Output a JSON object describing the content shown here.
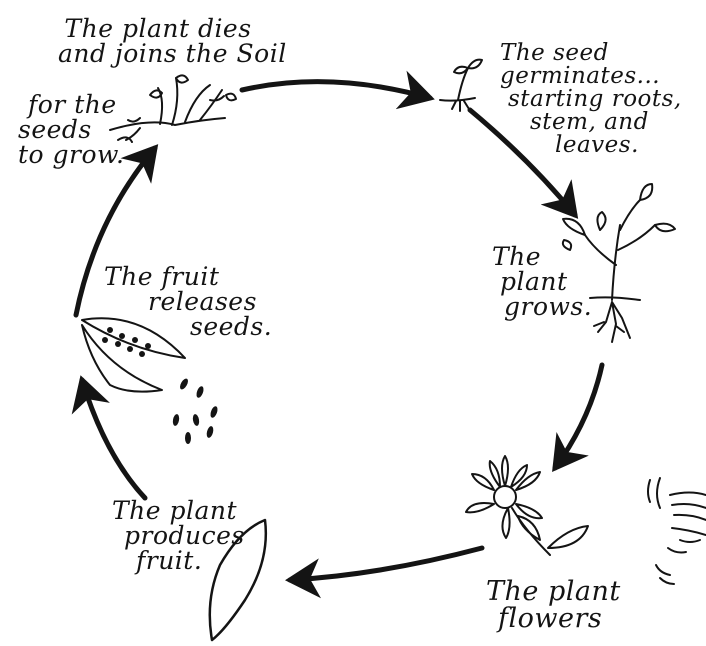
{
  "stages": [
    {
      "id": "dies",
      "lines": [
        "The plant dies",
        "and joins the Soil",
        "for the",
        "seeds",
        "to grow."
      ]
    },
    {
      "id": "germinates",
      "lines": [
        "The seed",
        "germinates...",
        "starting roots,",
        "stem, and",
        "leaves."
      ]
    },
    {
      "id": "grows",
      "lines": [
        "The",
        "plant",
        "grows."
      ]
    },
    {
      "id": "flowers",
      "lines": [
        "The plant",
        "flowers"
      ]
    },
    {
      "id": "fruit",
      "lines": [
        "The plant",
        "produces",
        "fruit."
      ]
    },
    {
      "id": "releases",
      "lines": [
        "The fruit",
        "releases",
        "seeds."
      ]
    }
  ],
  "icons": {
    "dead_plant": "dead-plant-icon",
    "sprout": "sprout-icon",
    "young_plant": "young-plant-icon",
    "flower": "flower-icon",
    "fruit": "fruit-icon",
    "open_pod": "seed-pod-icon",
    "bee": "bee-icon"
  },
  "colors": {
    "ink": "#141414",
    "background": "#ffffff"
  }
}
